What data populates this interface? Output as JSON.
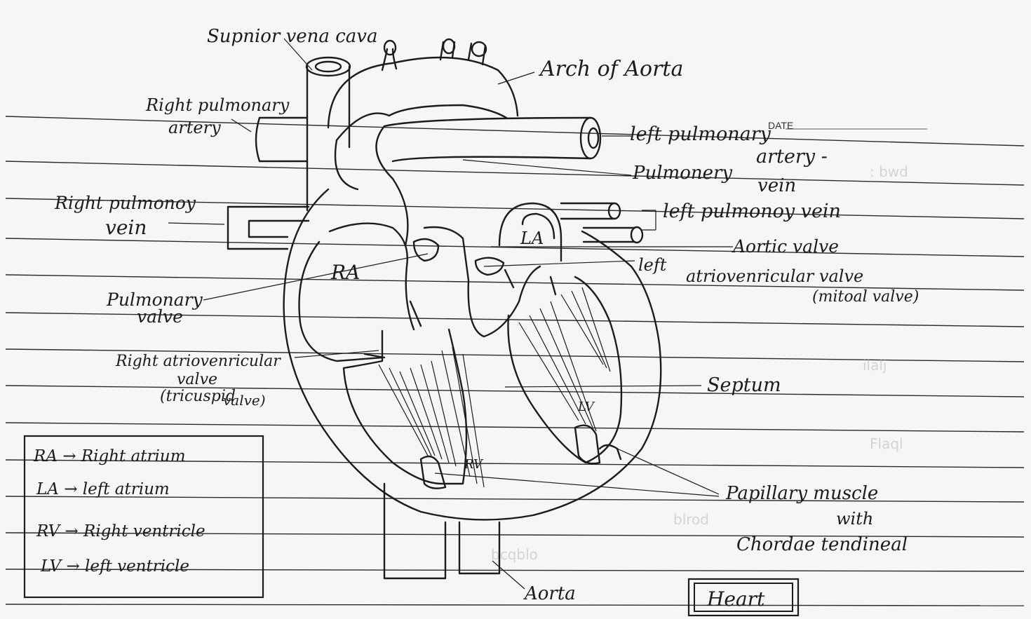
{
  "labels": {
    "superior_vena_cava": "Supnior vena cava",
    "arch_of_aorta": "Arch of Aorta",
    "right_pulmonary_artery": [
      "Right pulmonary",
      "artery"
    ],
    "left_pulmonary_artery": [
      "left pulmonary",
      "artery -"
    ],
    "date_stamp": "DATE",
    "pulmonary_vein": [
      "Pulmonery",
      "vein"
    ],
    "right_pulmonary_vein": [
      "Right pulmonoy",
      "vein"
    ],
    "left_pulmonary_vein": "left pulmonoy vein",
    "aortic_valve": "Aortic valve",
    "left_av_valve": [
      "left",
      "atriovenricular valve",
      "(mitoal valve)"
    ],
    "pulmonary_valve": [
      "Pulmonary",
      "valve"
    ],
    "right_av_valve": [
      "Right atriovenricular",
      "valve",
      "(tricuspid",
      "valve)"
    ],
    "septum": "Septum",
    "papillary_muscle": [
      "Papillary muscle",
      "with",
      "Chordae tendineal"
    ],
    "aorta": "Aorta",
    "ra": "RA",
    "la": "LA",
    "rv": "RV",
    "lv": "LV"
  },
  "legend": [
    "RA → Right atrium",
    "LA → left atrium",
    "RV → Right ventricle",
    "LV → left ventricle"
  ],
  "title": "Heart"
}
